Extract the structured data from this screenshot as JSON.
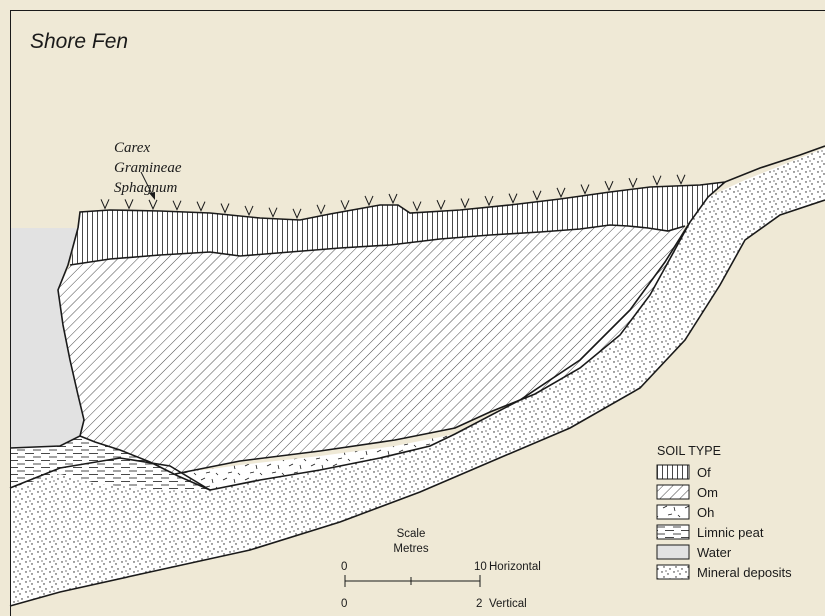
{
  "title": "Shore Fen",
  "vegetation": {
    "labels": [
      "Carex",
      "Gramineae",
      "Sphagnum"
    ]
  },
  "legend": {
    "title": "SOIL TYPE",
    "items": [
      {
        "label": "Of",
        "pattern": "vertical-lines"
      },
      {
        "label": "Om",
        "pattern": "diagonal-hatch"
      },
      {
        "label": "Oh",
        "pattern": "scattered-dashes"
      },
      {
        "label": "Limnic peat",
        "pattern": "horizontal-dashes"
      },
      {
        "label": "Water",
        "pattern": "solid-grey"
      },
      {
        "label": "Mineral deposits",
        "pattern": "dots"
      }
    ]
  },
  "scale": {
    "title": "Scale",
    "unit": "Metres",
    "horizontal": {
      "start": "0",
      "end": "10",
      "label": "Horizontal"
    },
    "vertical": {
      "start": "0",
      "end": "2",
      "label": "Vertical"
    }
  },
  "colors": {
    "background": "#efe9d6",
    "water": "#e2e2e2",
    "line": "#1a1a1a",
    "fill": "#ffffff"
  }
}
